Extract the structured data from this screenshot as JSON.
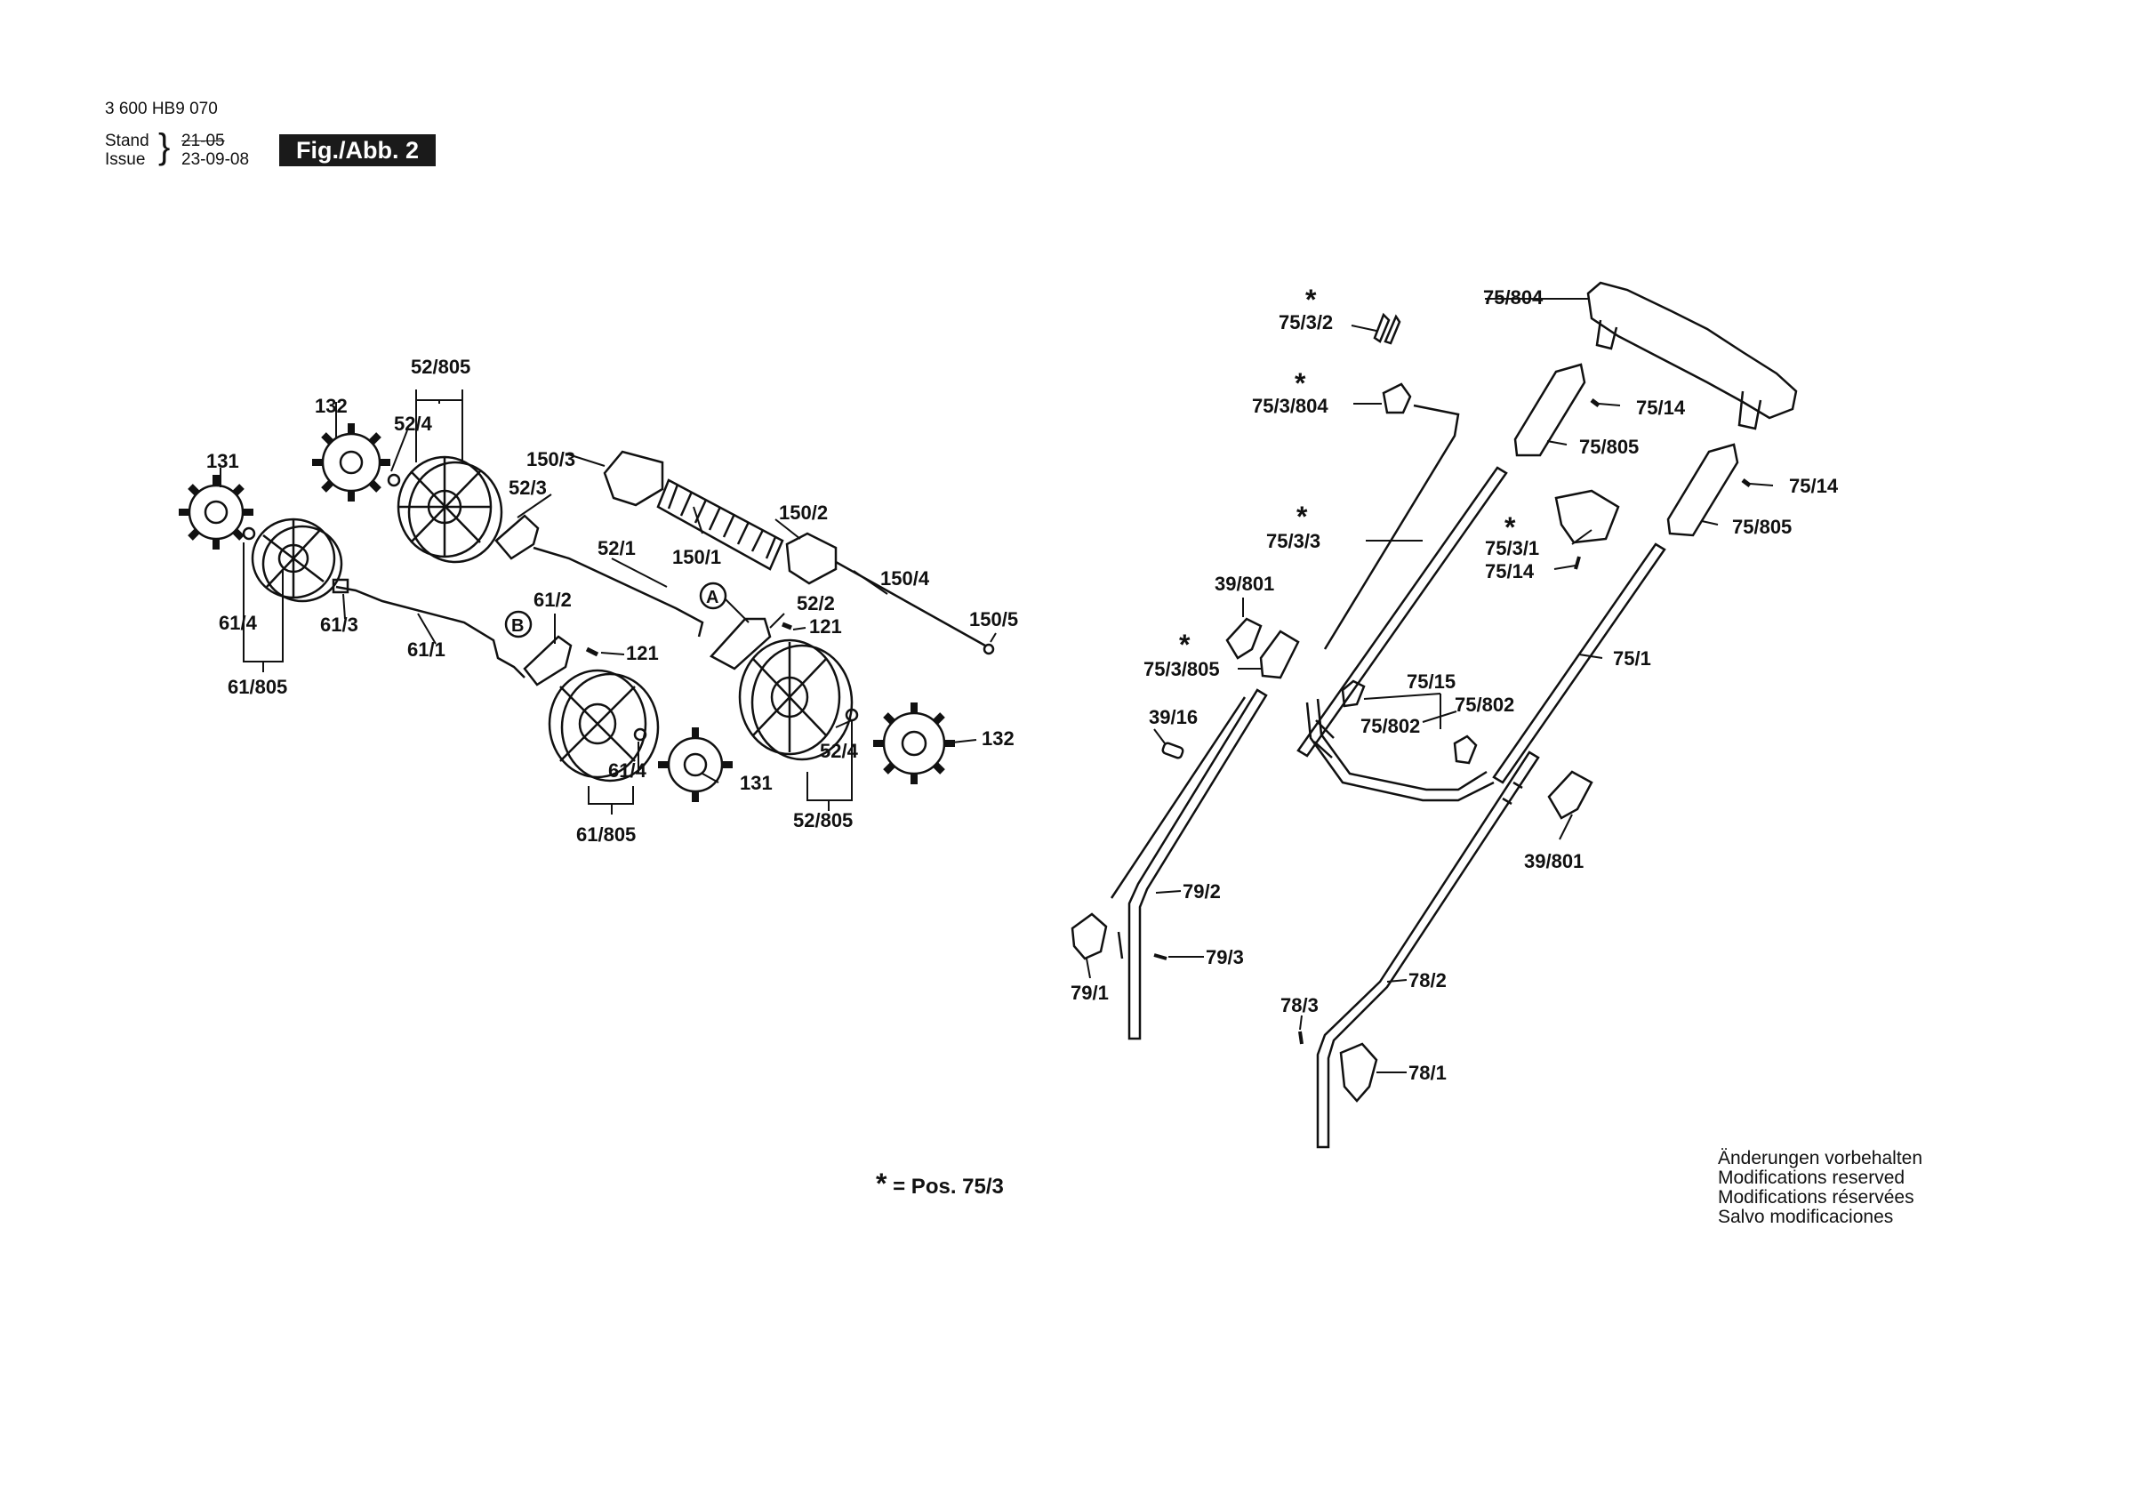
{
  "header": {
    "doc_number": "3 600 HB9 070",
    "stand_label": "Stand",
    "stand_date": "21-05",
    "issue_label": "Issue",
    "issue_date": "23-09-08",
    "figure_label": "Fig./Abb. 2"
  },
  "parts": {
    "p52_805_top": "52/805",
    "p132_top": "132",
    "p52_4_top": "52/4",
    "p131_left": "131",
    "p150_3": "150/3",
    "p52_3": "52/3",
    "p150_2": "150/2",
    "p52_1": "52/1",
    "p150_1": "150/1",
    "p150_4": "150/4",
    "p150_5": "150/5",
    "callout_a": "A",
    "p52_2": "52/2",
    "p121_a": "121",
    "callout_b": "B",
    "p61_2": "61/2",
    "p121_b": "121",
    "p61_4_left": "61/4",
    "p61_3": "61/3",
    "p61_1": "61/1",
    "p61_805_left": "61/805",
    "p132_right": "132",
    "p52_4_bottom": "52/4",
    "p61_4_bottom": "61/4",
    "p131_bottom": "131",
    "p61_805_bottom": "61/805",
    "p52_805_bottom": "52/805",
    "p75_3_2": "75/3/2",
    "p75_804": "75/804",
    "p75_3_804": "75/3/804",
    "p75_14_a": "75/14",
    "p75_805_a": "75/805",
    "p75_14_b": "75/14",
    "p75_805_b": "75/805",
    "p75_3_3": "75/3/3",
    "p75_3_1": "75/3/1",
    "p75_14_c": "75/14",
    "p39_801_a": "39/801",
    "p75_1": "75/1",
    "p75_3_805": "75/3/805",
    "p75_15": "75/15",
    "p75_802_a": "75/802",
    "p75_802_b": "75/802",
    "p39_16": "39/16",
    "p39_801_b": "39/801",
    "p79_2": "79/2",
    "p79_3": "79/3",
    "p79_1": "79/1",
    "p78_2": "78/2",
    "p78_3": "78/3",
    "p78_1": "78/1",
    "star": "*"
  },
  "legend": {
    "star": "*",
    "text": "= Pos.  75/3"
  },
  "notes": {
    "de": "Änderungen vorbehalten",
    "en": "Modifications reserved",
    "fr": "Modifications réservées",
    "es": "Salvo modificaciones"
  }
}
